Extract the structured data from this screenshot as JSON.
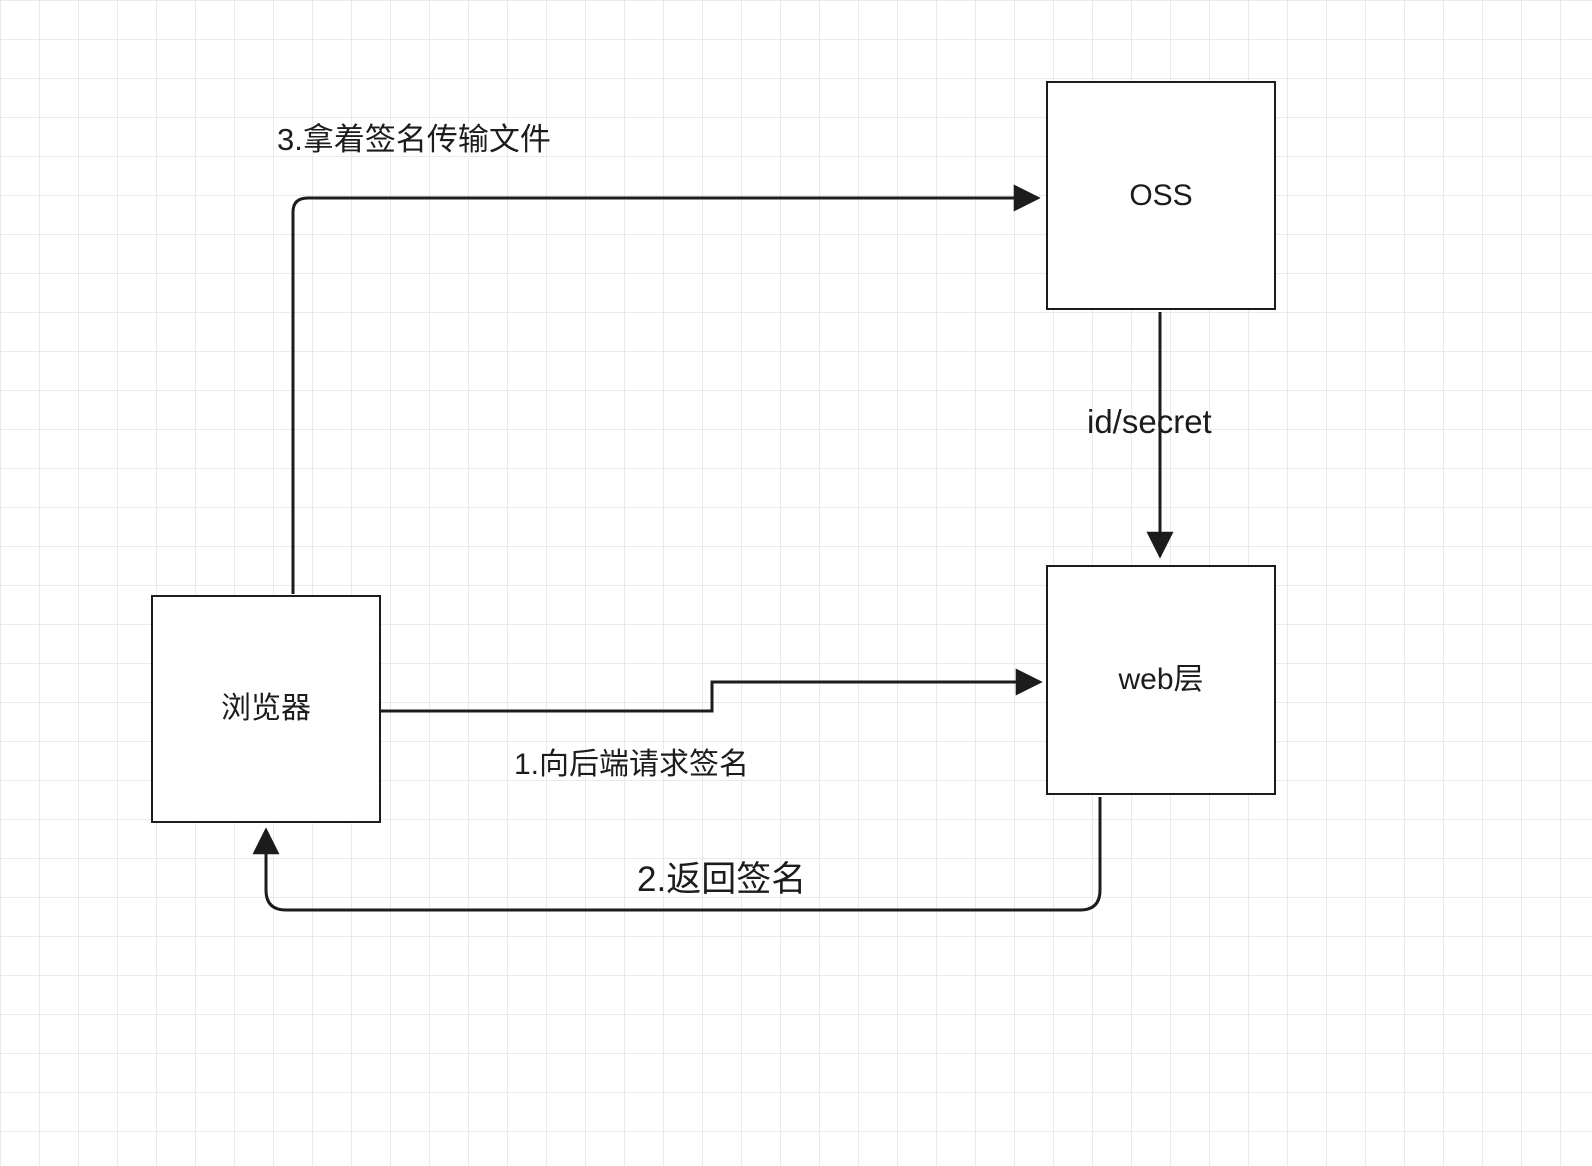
{
  "canvas": {
    "background_color": "#ffffff",
    "grid_color": "#eaeaea",
    "stroke_color": "#1c1c1c"
  },
  "nodes": {
    "oss": {
      "label": "OSS"
    },
    "web": {
      "label": "web层"
    },
    "browser": {
      "label": "浏览器"
    }
  },
  "edges": {
    "oss_to_web": {
      "label": "id/secret"
    },
    "browser_to_web": {
      "label": "1.向后端请求签名"
    },
    "web_to_browser": {
      "label": "2.返回签名"
    },
    "browser_to_oss": {
      "label": "3.拿着签名传输文件"
    }
  }
}
